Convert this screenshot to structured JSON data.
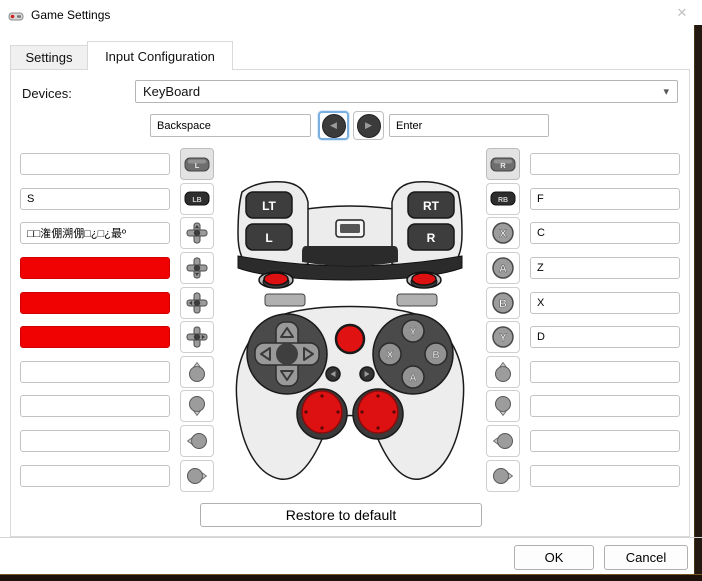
{
  "window": {
    "title": "Game Settings",
    "close_glyph": "✕"
  },
  "tabs": {
    "settings": "Settings",
    "input_configuration": "Input Configuration"
  },
  "devices": {
    "label": "Devices:",
    "selected": "KeyBoard",
    "dropdown_glyph": "▾"
  },
  "nav": {
    "prev_value": "Backspace",
    "next_value": "Enter",
    "left_glyph": "◀",
    "right_glyph": "▶"
  },
  "bindings": {
    "left": [
      {
        "icon": "trigger-l",
        "icon_label": "L",
        "value": "",
        "highlight": ""
      },
      {
        "icon": "trigger-lb",
        "icon_label": "LB",
        "value": "S",
        "highlight": ""
      },
      {
        "icon": "dpad-up",
        "icon_label": "",
        "value": "□□潅倗溯倗□¿□¿最º",
        "highlight": ""
      },
      {
        "icon": "dpad-down",
        "icon_label": "",
        "value": "",
        "highlight": "red"
      },
      {
        "icon": "dpad-left",
        "icon_label": "",
        "value": "",
        "highlight": "red"
      },
      {
        "icon": "dpad-right",
        "icon_label": "",
        "value": "",
        "highlight": "red"
      },
      {
        "icon": "stick-up",
        "icon_label": "",
        "value": "",
        "highlight": ""
      },
      {
        "icon": "stick-down",
        "icon_label": "",
        "value": "",
        "highlight": ""
      },
      {
        "icon": "stick-left",
        "icon_label": "",
        "value": "",
        "highlight": ""
      },
      {
        "icon": "stick-right",
        "icon_label": "",
        "value": "",
        "highlight": ""
      }
    ],
    "right": [
      {
        "icon": "trigger-r",
        "icon_label": "R",
        "value": "",
        "highlight": ""
      },
      {
        "icon": "trigger-rb",
        "icon_label": "RB",
        "value": "F",
        "highlight": ""
      },
      {
        "icon": "button-x",
        "icon_label": "X",
        "value": "C",
        "highlight": ""
      },
      {
        "icon": "button-a",
        "icon_label": "A",
        "value": "Z",
        "highlight": ""
      },
      {
        "icon": "button-b",
        "icon_label": "B",
        "value": "X",
        "highlight": ""
      },
      {
        "icon": "button-y",
        "icon_label": "Y",
        "value": "D",
        "highlight": ""
      },
      {
        "icon": "stick-up",
        "icon_label": "",
        "value": "",
        "highlight": ""
      },
      {
        "icon": "stick-down",
        "icon_label": "",
        "value": "",
        "highlight": ""
      },
      {
        "icon": "stick-left",
        "icon_label": "",
        "value": "",
        "highlight": ""
      },
      {
        "icon": "stick-right",
        "icon_label": "",
        "value": "",
        "highlight": ""
      }
    ]
  },
  "gamepad_labels": {
    "lt": "LT",
    "l": "L",
    "rt": "RT",
    "r": "R",
    "y": "Y",
    "x": "X",
    "b": "B",
    "a": "A"
  },
  "buttons": {
    "restore": "Restore to default",
    "ok": "OK",
    "cancel": "Cancel"
  },
  "colors": {
    "highlight_red": "#f00202",
    "focus_blue": "#7ab0e0",
    "stick_red": "#dd1111"
  }
}
